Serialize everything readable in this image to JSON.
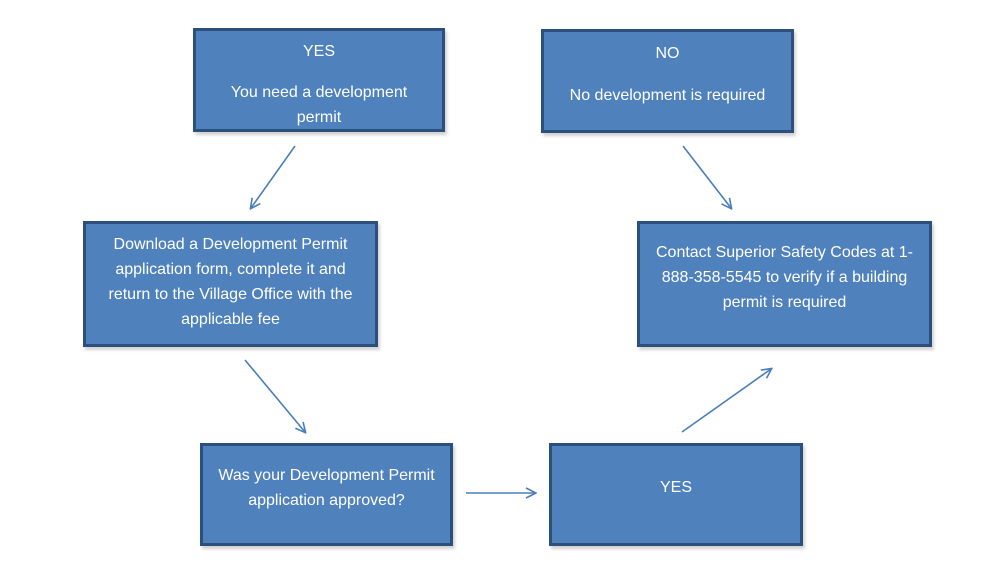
{
  "nodes": {
    "yes_permit": {
      "heading": "YES",
      "text": "You need a development permit"
    },
    "no_required": {
      "heading": "NO",
      "text": "No development is required"
    },
    "download": {
      "text": "Download a Development Permit application form, complete it and return to the Village Office with the applicable fee"
    },
    "contact": {
      "text": "Contact Superior Safety Codes at 1-888-358-5545 to verify if a building permit is required"
    },
    "approved": {
      "text": "Was your Development Permit application approved?"
    },
    "yes_final": {
      "text": "YES"
    }
  },
  "edges": [
    {
      "from": "yes_permit",
      "to": "download"
    },
    {
      "from": "no_required",
      "to": "contact"
    },
    {
      "from": "download",
      "to": "approved"
    },
    {
      "from": "approved",
      "to": "yes_final"
    },
    {
      "from": "yes_final",
      "to": "contact"
    }
  ],
  "colors": {
    "box_fill": "#4f81bd",
    "box_border": "#2c4f7c",
    "arrow": "#4a7ebb",
    "text": "#ffffff"
  }
}
